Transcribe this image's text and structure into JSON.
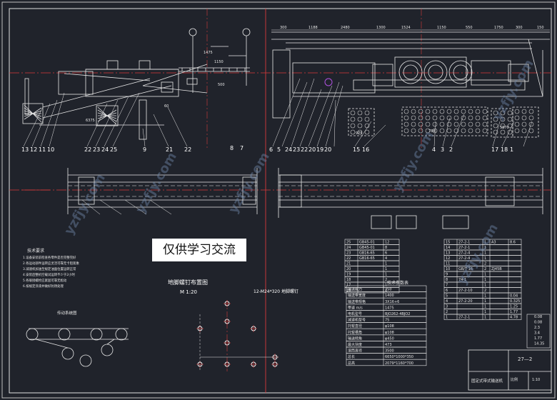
{
  "notice": "仅供学习交流",
  "foundation_plan": {
    "title": "地脚螺钉布置图",
    "scale": "M 1:20",
    "bolt_note": "12-M24*320 地脚螺钉"
  },
  "detail_title": "传动系统图",
  "top_dims": [
    "300",
    "1188",
    "2480",
    "1300",
    "1524",
    "1150",
    "550",
    "1750",
    "300",
    "150"
  ],
  "side_dims": [
    "1475",
    "1150",
    "500",
    "60"
  ],
  "bottom_dims": [
    "6375",
    "784",
    "5870",
    "975"
  ],
  "callouts": {
    "left": [
      "13",
      "12",
      "11",
      "10"
    ],
    "left_mid": [
      "22",
      "23",
      "24",
      "25"
    ],
    "left_mid2": [
      "9"
    ],
    "mid": [
      "21",
      "22"
    ],
    "center": [
      "8",
      "7"
    ],
    "center2": [
      "6",
      "5",
      "24",
      "23",
      "22",
      "20",
      "19",
      "20"
    ],
    "right": [
      "15",
      "16"
    ],
    "right2": [
      "4",
      "3",
      "2"
    ],
    "right3": [
      "17",
      "18",
      "1"
    ]
  },
  "notes_title": "技术要求",
  "notes": [
    "1.设备安装前检查各零件是否完整完好",
    "2.各运动部件运转应灵活可靠无卡阻现象",
    "3.减速机加油至规定油面位置运转正常",
    "4.安装后整机空载试运转不少于2小时",
    "5.各联接螺栓应紧固可靠无松动",
    "6.按规定涂漆并做好防锈处理"
  ],
  "params_title": "技术参数表",
  "params": [
    [
      "输送能力",
      "350"
    ],
    [
      "输送带宽度",
      "1400"
    ],
    [
      "输送带规格",
      "3X16+6"
    ],
    [
      "带速 m/s",
      "1475"
    ],
    [
      "电机型号",
      "BJO262-4BJO2"
    ],
    [
      "减速机型号",
      "75"
    ],
    [
      "托辊直径",
      "φ108"
    ],
    [
      "托辊槽角",
      "φ108"
    ],
    [
      "输送倾角",
      "φ450"
    ],
    [
      "最大块度",
      "473"
    ],
    [
      "滚筒直径",
      "3500"
    ],
    [
      "总长",
      "6650*1000*350"
    ],
    [
      "总高",
      "2079*1160*700"
    ]
  ],
  "bom_left": [
    [
      "25",
      "GB45-01",
      "12"
    ],
    [
      "24",
      "GB45-01",
      "8"
    ],
    [
      "23",
      "GB16-65",
      "6"
    ],
    [
      "22",
      "GB16-65",
      "4"
    ],
    [
      "21",
      "",
      "1"
    ],
    [
      "20",
      "",
      "1"
    ],
    [
      "19",
      "",
      "1"
    ],
    [
      "18",
      "",
      "2"
    ],
    [
      "17",
      "",
      "1"
    ],
    [
      "16",
      "",
      "1"
    ]
  ],
  "bom_right": [
    [
      "15",
      "27-2-1",
      "1",
      "A3",
      "8.6"
    ],
    [
      "14",
      "27-2-1",
      "1",
      "",
      ""
    ],
    [
      "13",
      "27-2-4",
      "1",
      "",
      ""
    ],
    [
      "12",
      "27-2-4",
      "1",
      "",
      ""
    ],
    [
      "11",
      "",
      "2",
      "",
      ""
    ],
    [
      "10",
      "GB/T 16",
      "2",
      "ZJ45B",
      ""
    ],
    [
      "9",
      "",
      "1",
      "",
      ""
    ],
    [
      "8",
      "74-1",
      "1",
      "",
      ""
    ],
    [
      "7",
      "",
      "1",
      "",
      ""
    ],
    [
      "6",
      "27-2-10",
      "2",
      "",
      ""
    ],
    [
      "5",
      "",
      "1",
      "",
      "0.04"
    ],
    [
      "4",
      "27-2-20",
      "1",
      "",
      "0.325"
    ],
    [
      "3",
      "",
      "1",
      "",
      "1.25"
    ],
    [
      "2",
      "",
      "1",
      "",
      "1.77"
    ],
    [
      "1",
      "27-2-1",
      "1",
      "",
      "4.78"
    ]
  ],
  "bom_weights": [
    "0.08",
    "0.08",
    "2.3",
    "3.4",
    "1.77",
    "14.35"
  ],
  "title_block": {
    "drawing_no": "27—2",
    "name": "固定式带式输送机",
    "scale_label": "比例",
    "sheet": "1:10"
  },
  "watermark": "yzfjy.com"
}
